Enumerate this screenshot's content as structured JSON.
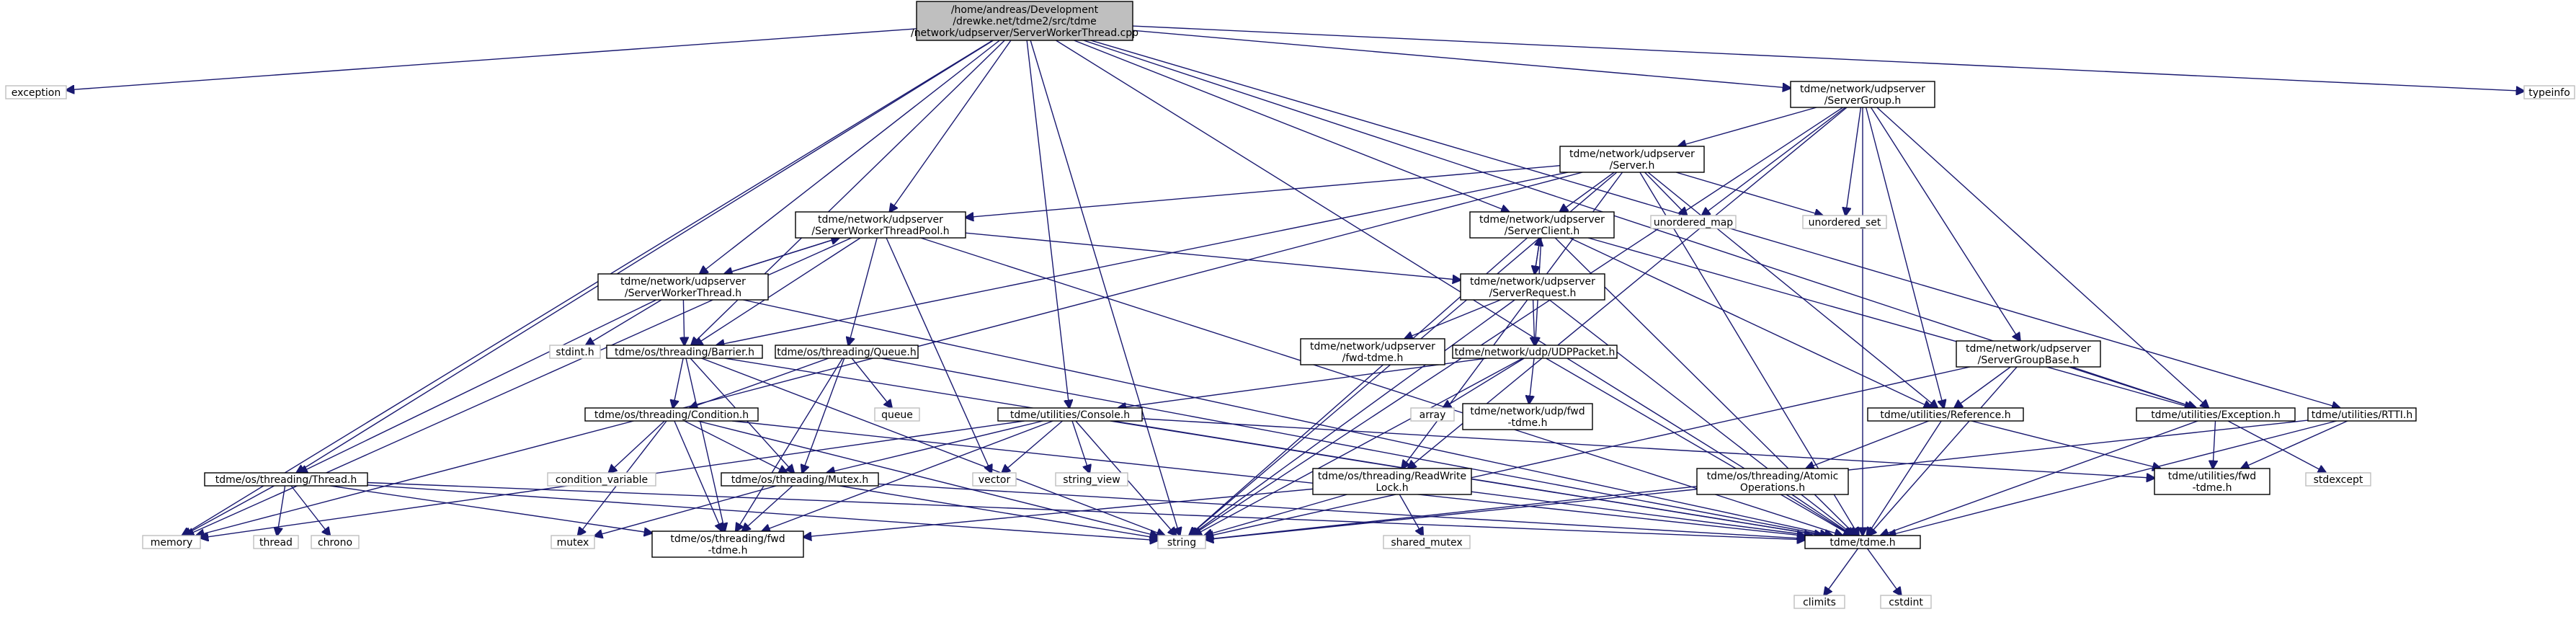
{
  "colors": {
    "edge": "#191970",
    "node_border": "#000000",
    "external_border": "#bfbfbf",
    "root_fill": "#bfbfbf",
    "background": "#ffffff"
  },
  "nodes": [
    {
      "id": "root",
      "lines": [
        "/home/andreas/Development",
        "/drewke.net/tdme2/src/tdme",
        "/network/udpserver/ServerWorkerThread.cpp"
      ],
      "kind": "root"
    },
    {
      "id": "exception",
      "lines": [
        "exception"
      ],
      "kind": "ext"
    },
    {
      "id": "memory",
      "lines": [
        "memory"
      ],
      "kind": "ext"
    },
    {
      "id": "string",
      "lines": [
        "string"
      ],
      "kind": "ext"
    },
    {
      "id": "typeinfo",
      "lines": [
        "typeinfo"
      ],
      "kind": "ext"
    },
    {
      "id": "servergroup",
      "lines": [
        "tdme/network/udpserver",
        "/ServerGroup.h"
      ],
      "kind": "file"
    },
    {
      "id": "server",
      "lines": [
        "tdme/network/udpserver",
        "/Server.h"
      ],
      "kind": "file"
    },
    {
      "id": "unordered_map",
      "lines": [
        "unordered_map"
      ],
      "kind": "ext"
    },
    {
      "id": "unordered_set",
      "lines": [
        "unordered_set"
      ],
      "kind": "ext"
    },
    {
      "id": "swtpool",
      "lines": [
        "tdme/network/udpserver",
        "/ServerWorkerThreadPool.h"
      ],
      "kind": "file"
    },
    {
      "id": "serverclient",
      "lines": [
        "tdme/network/udpserver",
        "/ServerClient.h"
      ],
      "kind": "file"
    },
    {
      "id": "swt",
      "lines": [
        "tdme/network/udpserver",
        "/ServerWorkerThread.h"
      ],
      "kind": "file"
    },
    {
      "id": "serverrequest",
      "lines": [
        "tdme/network/udpserver",
        "/ServerRequest.h"
      ],
      "kind": "file"
    },
    {
      "id": "stdint",
      "lines": [
        "stdint.h"
      ],
      "kind": "ext"
    },
    {
      "id": "barrier",
      "lines": [
        "tdme/os/threading/Barrier.h"
      ],
      "kind": "file"
    },
    {
      "id": "queue",
      "lines": [
        "tdme/os/threading/Queue.h"
      ],
      "kind": "file"
    },
    {
      "id": "udpfwd",
      "lines": [
        "tdme/network/udpserver",
        "/fwd-tdme.h"
      ],
      "kind": "file"
    },
    {
      "id": "udppacket",
      "lines": [
        "tdme/network/udp/UDPPacket.h"
      ],
      "kind": "file"
    },
    {
      "id": "servergroupbase",
      "lines": [
        "tdme/network/udpserver",
        "/ServerGroupBase.h"
      ],
      "kind": "file"
    },
    {
      "id": "queue_std",
      "lines": [
        "queue"
      ],
      "kind": "ext"
    },
    {
      "id": "array",
      "lines": [
        "array"
      ],
      "kind": "ext"
    },
    {
      "id": "udpfwd2",
      "lines": [
        "tdme/network/udp/fwd",
        "-tdme.h"
      ],
      "kind": "file"
    },
    {
      "id": "console",
      "lines": [
        "tdme/utilities/Console.h"
      ],
      "kind": "file"
    },
    {
      "id": "condition",
      "lines": [
        "tdme/os/threading/Condition.h"
      ],
      "kind": "file"
    },
    {
      "id": "reference",
      "lines": [
        "tdme/utilities/Reference.h"
      ],
      "kind": "file"
    },
    {
      "id": "exceptionh",
      "lines": [
        "tdme/utilities/Exception.h"
      ],
      "kind": "file"
    },
    {
      "id": "rtti",
      "lines": [
        "tdme/utilities/RTTI.h"
      ],
      "kind": "file"
    },
    {
      "id": "vector",
      "lines": [
        "vector"
      ],
      "kind": "ext"
    },
    {
      "id": "string_view",
      "lines": [
        "string_view"
      ],
      "kind": "ext"
    },
    {
      "id": "thread_h",
      "lines": [
        "tdme/os/threading/Thread.h"
      ],
      "kind": "file"
    },
    {
      "id": "condition_variable",
      "lines": [
        "condition_variable"
      ],
      "kind": "ext"
    },
    {
      "id": "mutex_h",
      "lines": [
        "tdme/os/threading/Mutex.h"
      ],
      "kind": "file"
    },
    {
      "id": "rwlock",
      "lines": [
        "tdme/os/threading/ReadWrite",
        "Lock.h"
      ],
      "kind": "file"
    },
    {
      "id": "atomic",
      "lines": [
        "tdme/os/threading/Atomic",
        "Operations.h"
      ],
      "kind": "file"
    },
    {
      "id": "utilfwd",
      "lines": [
        "tdme/utilities/fwd",
        "-tdme.h"
      ],
      "kind": "file"
    },
    {
      "id": "stdexcept",
      "lines": [
        "stdexcept"
      ],
      "kind": "ext"
    },
    {
      "id": "thread",
      "lines": [
        "thread"
      ],
      "kind": "ext"
    },
    {
      "id": "chrono",
      "lines": [
        "chrono"
      ],
      "kind": "ext"
    },
    {
      "id": "mutex",
      "lines": [
        "mutex"
      ],
      "kind": "ext"
    },
    {
      "id": "threadfwd",
      "lines": [
        "tdme/os/threading/fwd",
        "-tdme.h"
      ],
      "kind": "file"
    },
    {
      "id": "shared_mutex",
      "lines": [
        "shared_mutex"
      ],
      "kind": "ext"
    },
    {
      "id": "tdmeh",
      "lines": [
        "tdme/tdme.h"
      ],
      "kind": "file"
    },
    {
      "id": "climits",
      "lines": [
        "climits"
      ],
      "kind": "ext"
    },
    {
      "id": "cstdint",
      "lines": [
        "cstdint"
      ],
      "kind": "ext"
    }
  ],
  "edges": [
    [
      "root",
      "exception"
    ],
    [
      "root",
      "memory"
    ],
    [
      "root",
      "string"
    ],
    [
      "root",
      "typeinfo"
    ],
    [
      "root",
      "servergroup"
    ],
    [
      "root",
      "swtpool"
    ],
    [
      "root",
      "serverclient"
    ],
    [
      "root",
      "swt"
    ],
    [
      "root",
      "barrier"
    ],
    [
      "root",
      "console"
    ],
    [
      "root",
      "exceptionh"
    ],
    [
      "root",
      "rtti"
    ],
    [
      "root",
      "thread_h"
    ],
    [
      "root",
      "tdmeh"
    ],
    [
      "servergroup",
      "server"
    ],
    [
      "servergroup",
      "unordered_map"
    ],
    [
      "servergroup",
      "unordered_set"
    ],
    [
      "servergroup",
      "string"
    ],
    [
      "servergroup",
      "servergroupbase"
    ],
    [
      "servergroup",
      "reference"
    ],
    [
      "servergroup",
      "exceptionh"
    ],
    [
      "servergroup",
      "rwlock"
    ],
    [
      "servergroup",
      "tdmeh"
    ],
    [
      "server",
      "swtpool"
    ],
    [
      "server",
      "barrier"
    ],
    [
      "server",
      "memory"
    ],
    [
      "server",
      "string"
    ],
    [
      "server",
      "unordered_map"
    ],
    [
      "server",
      "unordered_set"
    ],
    [
      "server",
      "serverclient"
    ],
    [
      "server",
      "rwlock"
    ],
    [
      "server",
      "reference"
    ],
    [
      "server",
      "tdmeh"
    ],
    [
      "swtpool",
      "swt"
    ],
    [
      "swtpool",
      "barrier"
    ],
    [
      "swtpool",
      "queue"
    ],
    [
      "swtpool",
      "vector"
    ],
    [
      "swtpool",
      "serverrequest"
    ],
    [
      "swtpool",
      "memory"
    ],
    [
      "swtpool",
      "tdmeh"
    ],
    [
      "swt",
      "swtpool"
    ],
    [
      "swt",
      "stdint"
    ],
    [
      "swt",
      "barrier"
    ],
    [
      "swt",
      "thread_h"
    ],
    [
      "swt",
      "tdmeh"
    ],
    [
      "serverclient",
      "serverrequest"
    ],
    [
      "serverclient",
      "udppacket"
    ],
    [
      "serverclient",
      "string"
    ],
    [
      "serverclient",
      "reference"
    ],
    [
      "serverclient",
      "exceptionh"
    ],
    [
      "serverclient",
      "tdmeh"
    ],
    [
      "serverrequest",
      "serverclient"
    ],
    [
      "serverrequest",
      "udpfwd"
    ],
    [
      "serverrequest",
      "udppacket"
    ],
    [
      "serverrequest",
      "string"
    ],
    [
      "serverrequest",
      "tdmeh"
    ],
    [
      "barrier",
      "condition"
    ],
    [
      "barrier",
      "mutex_h"
    ],
    [
      "barrier",
      "threadfwd"
    ],
    [
      "barrier",
      "string"
    ],
    [
      "barrier",
      "tdmeh"
    ],
    [
      "queue",
      "queue_std"
    ],
    [
      "queue",
      "condition"
    ],
    [
      "queue",
      "mutex_h"
    ],
    [
      "queue",
      "threadfwd"
    ],
    [
      "queue",
      "tdmeh"
    ],
    [
      "udppacket",
      "array"
    ],
    [
      "udppacket",
      "udpfwd2"
    ],
    [
      "udppacket",
      "console"
    ],
    [
      "udppacket",
      "string"
    ],
    [
      "udppacket",
      "tdmeh"
    ],
    [
      "servergroupbase",
      "reference"
    ],
    [
      "servergroupbase",
      "exceptionh"
    ],
    [
      "servergroupbase",
      "string"
    ],
    [
      "servergroupbase",
      "tdmeh"
    ],
    [
      "console",
      "memory"
    ],
    [
      "console",
      "string"
    ],
    [
      "console",
      "string_view"
    ],
    [
      "console",
      "vector"
    ],
    [
      "console",
      "mutex_h"
    ],
    [
      "console",
      "utilfwd"
    ],
    [
      "console",
      "threadfwd"
    ],
    [
      "console",
      "tdmeh"
    ],
    [
      "condition",
      "condition_variable"
    ],
    [
      "condition",
      "mutex"
    ],
    [
      "condition",
      "mutex_h"
    ],
    [
      "condition",
      "threadfwd"
    ],
    [
      "condition",
      "string"
    ],
    [
      "condition",
      "tdmeh"
    ],
    [
      "reference",
      "atomic"
    ],
    [
      "reference",
      "utilfwd"
    ],
    [
      "reference",
      "tdmeh"
    ],
    [
      "exceptionh",
      "stdexcept"
    ],
    [
      "exceptionh",
      "utilfwd"
    ],
    [
      "exceptionh",
      "tdmeh"
    ],
    [
      "rtti",
      "utilfwd"
    ],
    [
      "rtti",
      "string"
    ],
    [
      "rtti",
      "tdmeh"
    ],
    [
      "thread_h",
      "memory"
    ],
    [
      "thread_h",
      "thread"
    ],
    [
      "thread_h",
      "chrono"
    ],
    [
      "thread_h",
      "threadfwd"
    ],
    [
      "thread_h",
      "string"
    ],
    [
      "thread_h",
      "tdmeh"
    ],
    [
      "mutex_h",
      "mutex"
    ],
    [
      "mutex_h",
      "threadfwd"
    ],
    [
      "mutex_h",
      "string"
    ],
    [
      "mutex_h",
      "tdmeh"
    ],
    [
      "rwlock",
      "shared_mutex"
    ],
    [
      "rwlock",
      "threadfwd"
    ],
    [
      "rwlock",
      "string"
    ],
    [
      "rwlock",
      "tdmeh"
    ],
    [
      "atomic",
      "string"
    ],
    [
      "atomic",
      "tdmeh"
    ],
    [
      "tdmeh",
      "climits"
    ],
    [
      "tdmeh",
      "cstdint"
    ]
  ]
}
